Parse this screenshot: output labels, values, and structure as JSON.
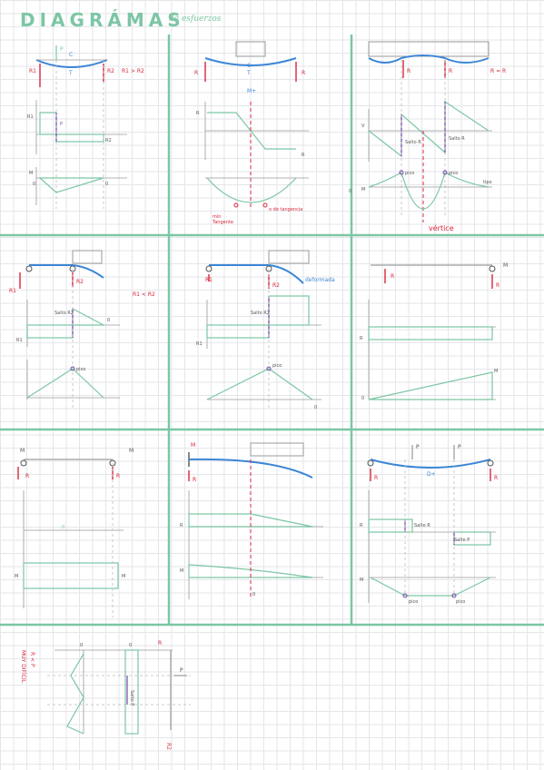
{
  "title": "DIAGRÁMAS",
  "subtitle": "de esfuerzos",
  "colors": {
    "grid_divider": "#7cc6a4",
    "beam": "#3c86d6",
    "reaction": "#d8263a",
    "diagram": "#7cc6a4",
    "note": "#7a48b0",
    "axis": "#9a9a9a"
  },
  "cell1": {
    "p": "P",
    "c": "C",
    "t": "T",
    "r1": "R1",
    "r2": "R2",
    "rel": "R1 > R2",
    "v": "R1",
    "v2": "R2",
    "m": "M",
    "p_lbl": "P",
    "zero1": "0",
    "zero2": "0"
  },
  "cell2": {
    "r_left": "R",
    "r_right": "R",
    "c": "C",
    "t": "T",
    "mplus": "M+",
    "v": "R",
    "v2": "R",
    "min_label": "mín",
    "tang_label": "Tangente",
    "tang2_label": "o de tangencia"
  },
  "cell3": {
    "r1": "R",
    "r2": "R",
    "rel": "R = R",
    "v": "V",
    "salto1": "Salto R",
    "salto2": "Salto R",
    "pico1": "pico",
    "pico2": "pico",
    "m": "M",
    "vertice": "vértice",
    "zero": "0",
    "tipo": "tipo"
  },
  "cell4": {
    "r1": "R1",
    "r2": "R2",
    "rel": "R1 < R2",
    "salto": "Salto R2",
    "pico": "pico",
    "zero": "0",
    "v": "R1"
  },
  "cell5": {
    "r1": "R1",
    "r2": "R2",
    "deformada": "deformada",
    "salto": "Salto R2",
    "pico": "pico",
    "zero": "0",
    "v": "R1"
  },
  "cell6": {
    "r1": "R",
    "r2": "R",
    "m": "M",
    "m2": "M",
    "r_v": "R",
    "zero": "0"
  },
  "cell7": {
    "m_left": "M",
    "m_right": "M",
    "r_left": "R",
    "r_right": "R",
    "mlabel": "M",
    "mlabel2": "M",
    "zero": "0"
  },
  "cell8": {
    "m": "M",
    "r": "R",
    "r_v": "R",
    "m_v": "M",
    "zero": "0"
  },
  "cell9": {
    "p1": "P",
    "p2": "P",
    "r1": "R",
    "r2": "R",
    "dplus": "D+",
    "salto1": "Salto R",
    "salto2": "Salto P",
    "pico1": "pico",
    "pico2": "pico",
    "v": "R",
    "m": "M"
  },
  "bottom": {
    "rp": "R < P",
    "muy": "MUY DIFÍCIL",
    "p": "P",
    "salto": "Salto P",
    "r": "R",
    "r2": "R2",
    "zero": "0",
    "zero2": "0"
  }
}
